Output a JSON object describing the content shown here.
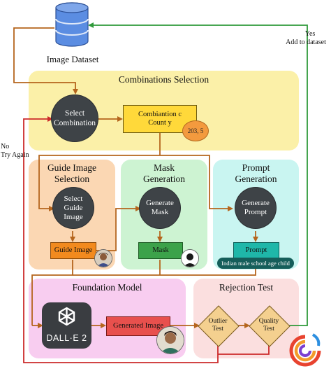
{
  "dataset": {
    "label": "Image Dataset",
    "icon": "database-icon"
  },
  "edges": {
    "yes": "Yes",
    "add_to_dataset": "Add to dataset",
    "no": "No",
    "try_again": "Try Again"
  },
  "combinations": {
    "title": "Combinations Selection",
    "select_line1": "Select",
    "select_line2": "Combination",
    "box_line1": "Combiantion c",
    "box_line2": "Count y",
    "badge": "203, 5"
  },
  "guide": {
    "title_line1": "Guide Image",
    "title_line2": "Selection",
    "node_line1": "Select",
    "node_line2": "Guide",
    "node_line3": "Image",
    "output": "Guide Image"
  },
  "mask": {
    "title_line1": "Mask",
    "title_line2": "Generation",
    "node_line1": "Generate",
    "node_line2": "Mask",
    "output": "Mask"
  },
  "prompt": {
    "title_line1": "Prompt",
    "title_line2": "Generation",
    "node_line1": "Generate",
    "node_line2": "Prompt",
    "output": "Prompt",
    "example": "Indian male school age child"
  },
  "foundation": {
    "title": "Foundation Model",
    "model_label": "DALL·E 2",
    "output": "Generated Image"
  },
  "rejection": {
    "title": "Rejection Test",
    "outlier_line1": "Outlier",
    "outlier_line2": "Test",
    "quality_line1": "Quality",
    "quality_line2": "Test"
  },
  "colors": {
    "combinations_panel": "#fbf0a8",
    "guide_panel": "#fbd7b3",
    "mask_panel": "#cdf3d2",
    "prompt_panel": "#c9f5f1",
    "foundation_panel": "#f8cdf0",
    "rejection_panel": "#fbdfdf",
    "node": "#3e4347",
    "arrow_brown": "#b5651d",
    "arrow_red": "#cc2b2b",
    "arrow_green": "#2f9a3a"
  }
}
